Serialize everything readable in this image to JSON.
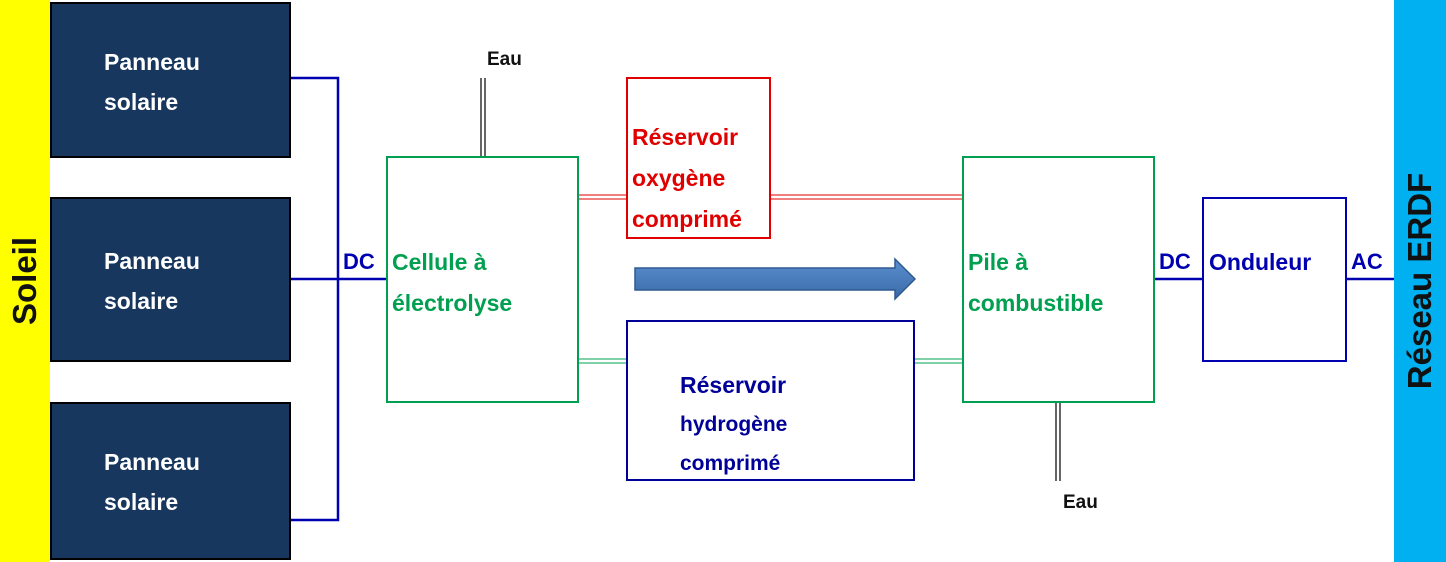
{
  "sun": {
    "label": "Soleil"
  },
  "grid": {
    "label": "Réseau ERDF"
  },
  "panels": [
    {
      "line1": "Panneau",
      "line2": "solaire"
    },
    {
      "line1": "Panneau",
      "line2": "solaire"
    },
    {
      "line1": "Panneau",
      "line2": "solaire"
    }
  ],
  "electrolysis": {
    "line1": "Cellule à",
    "line2": "électrolyse"
  },
  "oxygen_tank": {
    "line1": "Réservoir",
    "line2": "oxygène",
    "line3": "comprimé"
  },
  "hydrogen_tank": {
    "line1": "Réservoir",
    "line2": "hydrogène",
    "line3": "comprimé"
  },
  "fuel_cell": {
    "line1": "Pile à",
    "line2": "combustible"
  },
  "inverter": {
    "label": "Onduleur"
  },
  "labels": {
    "dc_in": "DC",
    "dc_out": "DC",
    "ac_out": "AC",
    "water_in": "Eau",
    "water_out": "Eau"
  },
  "colors": {
    "sun": "#ffff00",
    "grid": "#00b0f0",
    "panel": "#17375e",
    "electric_line": "#0000b0",
    "electrolysis": "#00a050",
    "oxygen": "#e00000",
    "hydrogen": "#000099",
    "arrow": "#4f81bd"
  }
}
